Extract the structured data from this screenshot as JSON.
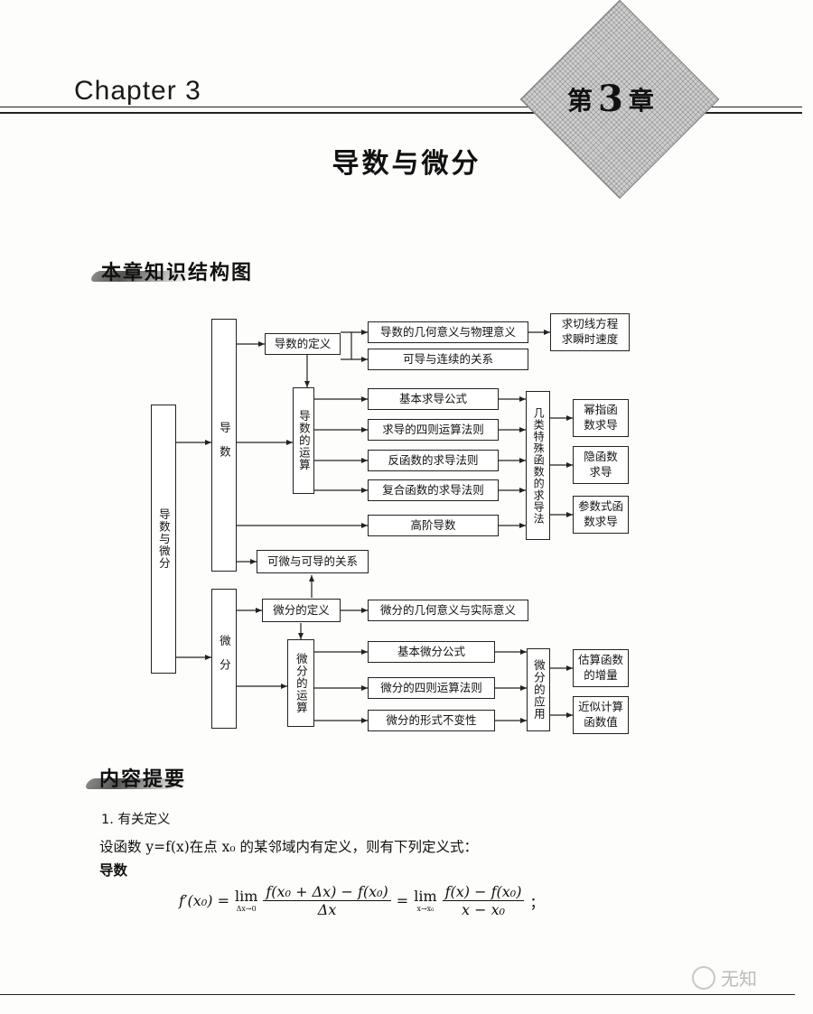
{
  "header": {
    "chapter_label": "Chapter 3",
    "chapter_badge": {
      "prefix": "第",
      "number": "3",
      "suffix": "章"
    },
    "page_title": "导数与微分"
  },
  "sections": {
    "structure_heading": "本章知识结构图",
    "summary_heading": "内容提要"
  },
  "diagram": {
    "root": "导数与微分",
    "derivative": "导数",
    "differential": "微分",
    "deriv_def": "导数的定义",
    "deriv_ops": "导数的运算",
    "geo_phys": "导数的几何意义与物理意义",
    "diff_cont": "可导与连续的关系",
    "tangent_line": "求切线方程",
    "instant_velocity": "求瞬时速度",
    "basic_formulas": "基本求导公式",
    "arith_rules": "求导的四则运算法则",
    "inverse_rule": "反函数的求导法则",
    "composite_rule": "复合函数的求导法则",
    "higher_order": "高阶导数",
    "special_methods": "几类特殊函数的求导法",
    "power_exp_1": "幂指函",
    "power_exp_2": "数求导",
    "implicit_1": "隐函数",
    "implicit_2": "求导",
    "parametric_1": "参数式函",
    "parametric_2": "数求导",
    "diff_vs_deriv": "可微与可导的关系",
    "differential_def": "微分的定义",
    "differential_geo": "微分的几何意义与实际意义",
    "differential_ops": "微分的运算",
    "basic_diff_formulas": "基本微分公式",
    "diff_arith_rules": "微分的四则运算法则",
    "form_invariance": "微分的形式不变性",
    "diff_applications": "微分的应用",
    "estimate_increment_1": "估算函数",
    "estimate_increment_2": "的增量",
    "approx_value_1": "近似计算",
    "approx_value_2": "函数值"
  },
  "content": {
    "item_1": "1. 有关定义",
    "intro": "设函数 y=f(x)在点 x₀ 的某邻域内有定义，则有下列定义式：",
    "term": "导数",
    "formula": {
      "lhs": "f′(x₀) =",
      "lim1": "lim",
      "lim1_sub": "Δx→0",
      "num1": "f(x₀ + Δx) − f(x₀)",
      "den1": "Δx",
      "eq": "=",
      "lim2": "lim",
      "lim2_sub": "x→x₀",
      "num2": "f(x) − f(x₀)",
      "den2": "x − x₀",
      "end": "；"
    }
  },
  "watermark": "无知"
}
